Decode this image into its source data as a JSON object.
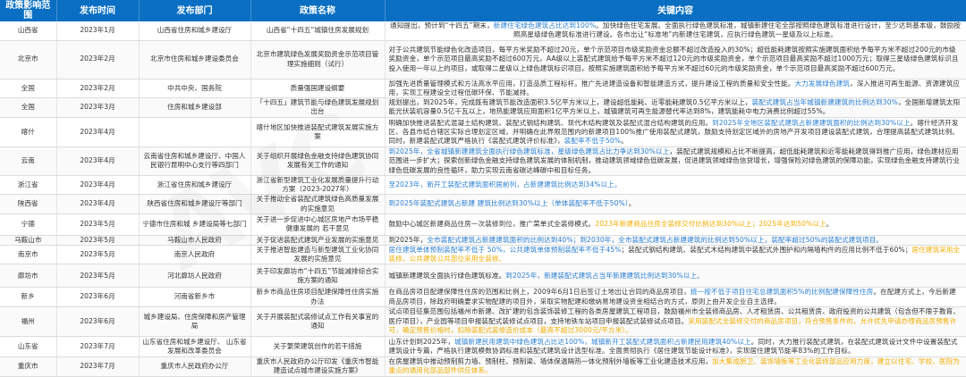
{
  "header": [
    "政策影响范围",
    "发布时间",
    "发布部门",
    "政策名称",
    "关键内容"
  ],
  "rows": [
    {
      "scope": "山西省",
      "date": "2023年1月",
      "dept": "山西省住房和城乡建设厅",
      "name": "山西省“十四五”城镇住房发展规划",
      "content": [
        {
          "t": "通知提出，预计到“十四五”期末，",
          "c": "black"
        },
        {
          "t": "新建住宅绿色建筑占比达到100%",
          "c": "blue"
        },
        {
          "t": "。加快绿色住宅发展。全面执行绿色建筑标准，城镇新建住宅全部按照绿色建筑标准进行设计，至少达到基本级，鼓励按照高星级绿色建筑标准进行建设。各市出让“标准地”内新建住宅建筑，应执行绿色建筑一星级及以上标准。",
          "c": "black"
        }
      ]
    },
    {
      "scope": "北京市",
      "date": "2023年2月",
      "dept": "北京市住房和城乡建设委员会",
      "name": "北京市建筑绿色发展奖励资金示范项目管理实施细则（试行）",
      "content": [
        {
          "t": "对于公共建筑节能绿色化改造项目，每平方米奖励不超过20元，单个示范项目市级奖励资金总额不超过改造投入的30%；超低能耗建筑按照实施建筑面积给予每平方米不超过200元的市级奖励资金，单个示范项目最高奖励不超过600万元，AA级以上装配式建筑给予每平方米不超过120元的市级奖励资金，单个示范项目最高奖励不超过1000万元；取得三星级绿色建筑标识且投入使用一年以上的项目，或取得二星级以上绿色建筑标识项目，按照实施建筑面积给予每平方米不超过60元的市级奖励资金，单个示范项目最高奖励不超过600万元。",
          "c": "black"
        }
      ]
    },
    {
      "scope": "全国",
      "date": "2023年2月",
      "dept": "中共中央、国务院",
      "name": "质量强国建设纲要",
      "content": [
        {
          "t": "加强先进质量管理模式和方法高水平应用，打造品质工程标杆。推广先进建造设备和智能建造方式，提升建设工程的质量和安全性能。",
          "c": "black"
        },
        {
          "t": "大力发展绿色建筑",
          "c": "blue"
        },
        {
          "t": "，深入推进可再生能源、资源建筑应用，实现工程建设全过程低碳环保、节能减排。",
          "c": "black"
        }
      ]
    },
    {
      "scope": "全国",
      "date": "2023年3月",
      "dept": "住房和城乡建设部",
      "name": "「十四五」建筑节能与绿色建筑发展规划出台",
      "content": [
        {
          "t": "规划提出，到2025年，完成既有建筑节能改造面积3.5亿平方米以上，建设超低能耗、近零能耗建筑0.5亿平方米以上，",
          "c": "black"
        },
        {
          "t": "装配式建筑占当年城镇新建建筑的比例达到30%",
          "c": "blue"
        },
        {
          "t": "，全国新增建筑太阳能光伏装机容量0.5亿千瓦以上，地热能建筑应用面积1亿平方米以上，城镇建筑可再生能源替代率达到8%，建筑能耗中电力消费比例超过55%。",
          "c": "black"
        }
      ]
    },
    {
      "scope": "喀什",
      "date": "2023年4月",
      "dept": "",
      "name": "喀什地区加快推进装配式建筑发展实施方案",
      "content": [
        {
          "t": "明确加快推进装配式混凝土结构建筑、装配式钢结构建筑、现代木结构建筑及装配式混合结构建筑的应用。",
          "c": "black"
        },
        {
          "t": "到2025年全地区装配式建筑占新建建筑面积的比例达到30%以上",
          "c": "blue"
        },
        {
          "t": "。喀什经济开发区、各县市结合辖区实际合理划定区域，并明确在此界限范围内的新建项目100%推广使用装配式建筑，鼓励支持划定区域外的房地产开发项目建设装配式建筑，合理提高装配式建筑比例。同时，新建装配式建筑严格执行《装配式建筑评价标准》，",
          "c": "black"
        },
        {
          "t": "装配率不低于50%",
          "c": "blue"
        },
        {
          "t": "。",
          "c": "black"
        }
      ]
    },
    {
      "scope": "云南",
      "date": "2023年4月",
      "dept": "云南省住房和城乡建设厅、中国人民银行昆明中心支行等四部门",
      "name": "关于组织开展绿色金融支持绿色建筑协同发展有关工作的通知",
      "content": [
        {
          "t": "到2025年，全省城镇新建建筑全面执行绿色建筑标准，星级绿色建筑占比力争达到30%以上",
          "c": "blue"
        },
        {
          "t": "，装配式建筑规模和占比不断提高，超低能耗建筑和近零能耗建筑得到推广应用，绿色建材应用范围进一步扩大；探索创新绿色金融支持绿色建筑发展的体制机制，推动建筑领域绿色低碳发展，促进建筑领域绿色信贷增长，增强保险对绿色建筑的保障功能，实现绿色金融支持建筑行业绿色低碳发展的良性循环，助力实现云南省碳达峰碳中和目标任务。",
          "c": "black"
        }
      ]
    },
    {
      "scope": "浙江省",
      "date": "2023年4月",
      "dept": "浙江省住房和城乡建设厅",
      "name": "浙江省新型建筑工业化发展质量提升行动方案（2023-2027年）",
      "content": [
        {
          "t": "至2023年，新开工装配式建筑面积居前列，占新建建筑比例达到34%以上。",
          "c": "blue"
        }
      ]
    },
    {
      "scope": "陕西省",
      "date": "2023年4月",
      "dept": "陕西省住房和城乡建设厅等部门",
      "name": "关于推动全省装配式建筑绿色高质量发展的实施意见",
      "content": [
        {
          "t": "到2025年装配式建筑占新建 建筑比例达到30%以上（单体装配率不低于50%）",
          "c": "blue"
        },
        {
          "t": "。",
          "c": "black"
        }
      ]
    },
    {
      "scope": "宁德",
      "date": "2023年5月",
      "dept": "宁德市住房和城 乡建设局等七部门",
      "name": "关于进一步促进中心城区房地产市场平稳健康发展的 若干意见",
      "content": [
        {
          "t": "鼓励中心城区新建商品住房一次装修到位，推广菜单式全装修模式。",
          "c": "black"
        },
        {
          "t": "2023年新建商品住房全装修交付比例达到30%以上；2025年达到50%以上",
          "c": "orange"
        },
        {
          "t": "。",
          "c": "black"
        }
      ]
    },
    {
      "scope": "马鞍山市",
      "date": "2023年5月",
      "dept": "马鞍山市人民政府",
      "name": "关于促进装配式建筑产业发展的实施意见",
      "content": [
        {
          "t": "到2025年，",
          "c": "black"
        },
        {
          "t": "全市装配式建筑占新建建筑面积的比例达到40%；到2030年，全市装配式建筑占新建建筑的比例达到50%以上，装配率超过50%的装配式建筑项目。",
          "c": "blue"
        }
      ]
    },
    {
      "scope": "南京市",
      "date": "2023年5月",
      "dept": "南京人民政府",
      "name": "关于推进智能建造与新型建筑工业化协同发展的实施意见",
      "content": [
        {
          "t": "居住建筑单体预制装配率不低于 50%，公共建筑单体预制装配率不低于45%",
          "c": "blue"
        },
        {
          "t": "；装配式钢结构建筑、装配式木结构建筑中装配式外围护和内隔墙构件的应用比例不低于60%；",
          "c": "black"
        },
        {
          "t": "居住建筑采用全装修，公共建筑公共部位采用全装修。",
          "c": "orange"
        }
      ]
    },
    {
      "scope": "廊坊市",
      "date": "2023年5月",
      "dept": "河北廊坊人民政府",
      "name": "关于印发廊坊市“十四五”节能减排综合实施方案的通知",
      "content": [
        {
          "t": "城镇新建建筑全面执行绿色建筑标准。",
          "c": "black"
        },
        {
          "t": "到2025年，新建装配式建筑占当年新建建筑比例达到30%以上。",
          "c": "blue"
        }
      ]
    },
    {
      "scope": "新乡",
      "date": "2023年6月",
      "dept": "河南省新乡市",
      "name": "新乡市商品住房项目配建保障性住房实施办法",
      "content": [
        {
          "t": "在商品房项目配建保障性住房的范围和比例上，2009年6月1日后签订土地出让合同的商品房项目，",
          "c": "black"
        },
        {
          "t": "统一按不低于项目住宅总建筑面积5%的比例配建保障性住房",
          "c": "blue"
        },
        {
          "t": "。在配建方式上，今后新建商品房项目，除政府明确要求实物配建的项目外，采取实物配建和缴纳易地建设资金相结合的方式，原则上由开发企业自主选择。",
          "c": "black"
        }
      ]
    },
    {
      "scope": "福州",
      "date": "2023年6月",
      "dept": "城乡建设局、住房保障和房产管理局",
      "name": "关于开展装配式装修试点工作有关事宜的通知",
      "content": [
        {
          "t": "试点项目征集范围包括福州市新建、改扩建的包含装饰装修工程的各类房屋建筑工程项目，鼓励福州市全装修商品房、人才租赁房、公共租赁房、政府投资的公共建筑（包含但不限于教育、医疗项目），产业园等项目申报装配式装修试点项目，支持地铁车站项目申报装配式装修试点项目。",
          "c": "black"
        },
        {
          "t": "采用装配式全装修交付的商品房项目，符合预售条件的，允许优先申请办理商品房预售许可，确定预售价格时，扣除装配式装修造价成本（最高不超过3000元/平方米）。",
          "c": "orange"
        }
      ]
    },
    {
      "scope": "山东省",
      "date": "2023年7月",
      "dept": "山东省住房和城乡建设厅、 山东省发展和改革委员会",
      "name": "关于繁荣建筑创作的若干措施",
      "content": [
        {
          "t": "山东计划到2025年，",
          "c": "black"
        },
        {
          "t": "城镇新建民用建筑中绿色建筑占比达100%，城镇新开工装配式建筑面积占新建民用建筑40%以上",
          "c": "blue"
        },
        {
          "t": "。同时，大力推行装配式建筑，在装配式建筑设计文件中设置装配式建筑设计专篇，严格执行建筑模数协调标准和装配式建筑设计选型标准。全面贯彻执行《居住建筑节能设计标准》，实现居住建筑节能率83%的工作目标。",
          "c": "black"
        }
      ]
    },
    {
      "scope": "重庆市",
      "date": "2023年7月",
      "dept": "重庆市人民政府办公厅",
      "name": "重庆市人民政府办公厅印发《重庆市智能建造试点城市建设实施方案》",
      "content": [
        {
          "t": "在房屋建筑中推动预制剪力墙、预制柱、预制梁、墙体保温隔热一体化预制外墙板等工业化建造技术应用，",
          "c": "black"
        },
        {
          "t": "加大集成厨卫、装饰墙板等工业化装修部品应用力度，建立以住宅、学校、医院为重点的通用化部品部件供应体系。",
          "c": "orange"
        }
      ]
    }
  ],
  "colors": {
    "header": "#0a6fc2",
    "highlight_blue": "#2a7fd4",
    "highlight_orange": "#f2ad00"
  }
}
